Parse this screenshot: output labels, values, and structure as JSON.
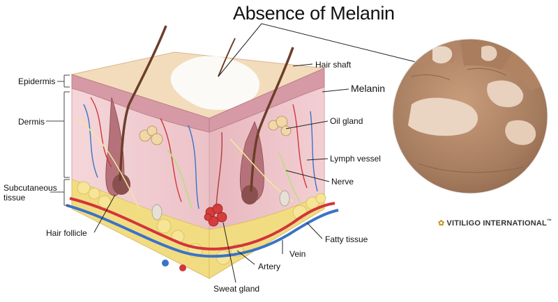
{
  "title": "Absence of Melanin",
  "labels": {
    "epidermis": "Epidermis",
    "dermis": "Dermis",
    "subcutaneous_1": "Subcutaneous",
    "subcutaneous_2": "tissue",
    "hair_follicle": "Hair follicle",
    "hair_shaft": "Hair shaft",
    "melanin": "Melanin",
    "oil_gland": "Oil gland",
    "lymph_vessel": "Lymph vessel",
    "nerve": "Nerve",
    "fatty_tissue": "Fatty tissue",
    "vein": "Vein",
    "artery": "Artery",
    "sweat_gland": "Sweat gland"
  },
  "brand": {
    "name": "VITILIGO INTERNATIONAL",
    "trademark": "™"
  },
  "colors": {
    "epidermis": "#f0d9b8",
    "dermis": "#f1cdd2",
    "fat": "#f2dc82",
    "vein": "#3a73c7",
    "artery": "#d2353a",
    "hand_skin": "#b58b6b"
  }
}
